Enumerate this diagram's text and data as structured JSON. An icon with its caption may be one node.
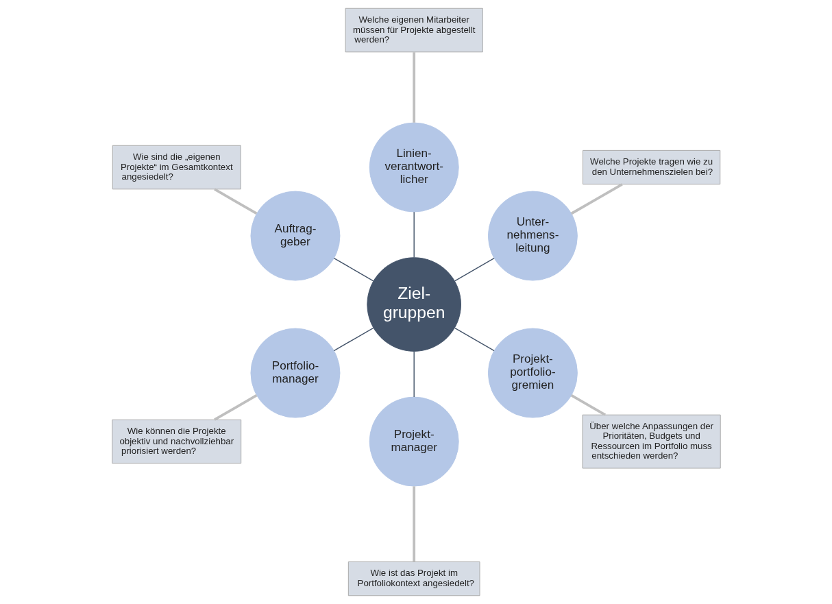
{
  "diagram": {
    "nodes": [
      {
        "text": [
          "Welche Projekte tragen wie zu den Unternehmenszielen bei?"
        ]
      },
      {
        "text": [
          "Welche eigenen Mitarbeiter müssen für Projekte abgestellt werden?"
        ]
      },
      {
        "text": [
          "Wie sind die „eigenen Projekte“ im Gesamtkontext angesiedelt?"
        ]
      },
      {
        "text": [
          "Unter- nehmens- leitung"
        ]
      },
      {
        "text": [
          "Linien- verantwort- licher"
        ]
      },
      {
        "text": [
          "Auftrag- geber"
        ]
      },
      {
        "text": [
          "Wie können die Projekte objektiv und nachvollziehbar priorisiert werden?"
        ]
      },
      {
        "text": [
          "Ziel- gruppen"
        ]
      },
      {
        "text": [
          "Portfolio- manager"
        ]
      },
      {
        "text": [
          "Projekt- manager"
        ]
      },
      {
        "text": [
          "Projekt- portfolio- gremien"
        ]
      },
      {
        "text": [
          "Über welche Anpassungen der Prioritäten, Budgets und Ressourcen im Portfolio muss entschieden werden?"
        ]
      },
      {
        "text": [
          "Wie ist das Projekt im Portfoliokontext angesiedelt?"
        ]
      }
    ],
    "edges": [
      {
        "from": 7,
        "to": 3,
        "arrow": "none"
      },
      {
        "from": 7,
        "to": 5,
        "arrow": "none"
      },
      {
        "from": 7,
        "to": 9,
        "arrow": "none"
      },
      {
        "from": 7,
        "to": 10,
        "arrow": "none"
      },
      {
        "from": 7,
        "to": 8,
        "arrow": "none"
      },
      {
        "from": 7,
        "to": 4,
        "arrow": "none"
      },
      {
        "from": 0,
        "to": 3,
        "arrow": "none",
        "color": "#bfbfbf",
        "style": "thick"
      },
      {
        "from": 2,
        "to": 5,
        "arrow": "none",
        "color": "#bfbfbf",
        "style": "thick"
      },
      {
        "from": 12,
        "to": 9,
        "arrow": "none",
        "color": "#bfbfbf",
        "style": "thick"
      },
      {
        "from": 11,
        "to": 10,
        "arrow": "none",
        "color": "#bfbfbf",
        "style": "thick"
      },
      {
        "from": 6,
        "to": 8,
        "arrow": "none",
        "color": "#bfbfbf",
        "style": "thick"
      },
      {
        "from": 1,
        "to": 4,
        "arrow": "none",
        "color": "#bfbfbf",
        "style": "thick"
      }
    ]
  }
}
